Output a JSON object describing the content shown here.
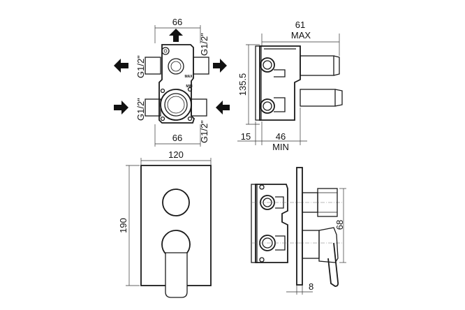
{
  "dimensions": {
    "top_width": "66",
    "bottom_width": "66",
    "depth_max": "61",
    "max_label": "MAX",
    "height": "135.5",
    "offset": "15",
    "depth_min": "46",
    "min_label": "MIN",
    "plate_width": "120",
    "plate_height": "190",
    "handle_projection": "68",
    "plate_thickness": "8"
  },
  "connections": {
    "top": "G1/2\"",
    "upper_left": "G1/2\"",
    "lower_left": "G1/2\"",
    "bottom": "G1/2\""
  },
  "body_marks": {
    "max": "MAX",
    "min": "MIN"
  }
}
